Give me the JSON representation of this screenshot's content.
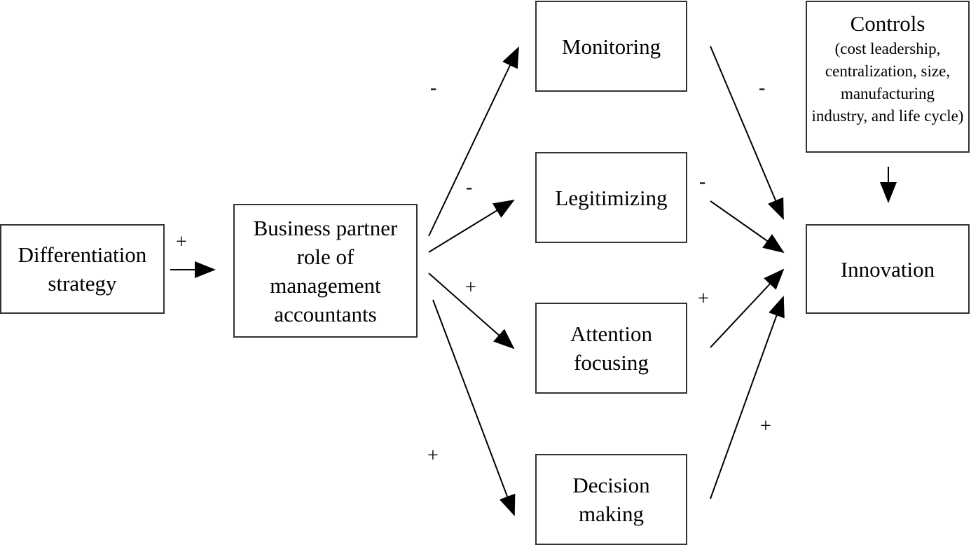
{
  "nodes": {
    "differentiation": "Differentiation strategy",
    "business_partner": "Business partner role of management accountants",
    "monitoring": "Monitoring",
    "legitimizing": "Legitimizing",
    "attention_focusing": "Attention focusing",
    "decision_making": "Decision making",
    "innovation": "Innovation",
    "controls": "Controls",
    "controls_detail": "(cost leadership, centralization, size, manufacturing industry, and life cycle)"
  },
  "signs": {
    "differentiation_to_partner": "+",
    "partner_to_monitoring": "-",
    "partner_to_legitimizing": "-",
    "partner_to_attention": "+",
    "partner_to_decision": "+",
    "monitoring_to_innovation": "-",
    "legitimizing_to_innovation": "-",
    "attention_to_innovation": "+",
    "decision_to_innovation": "+"
  }
}
